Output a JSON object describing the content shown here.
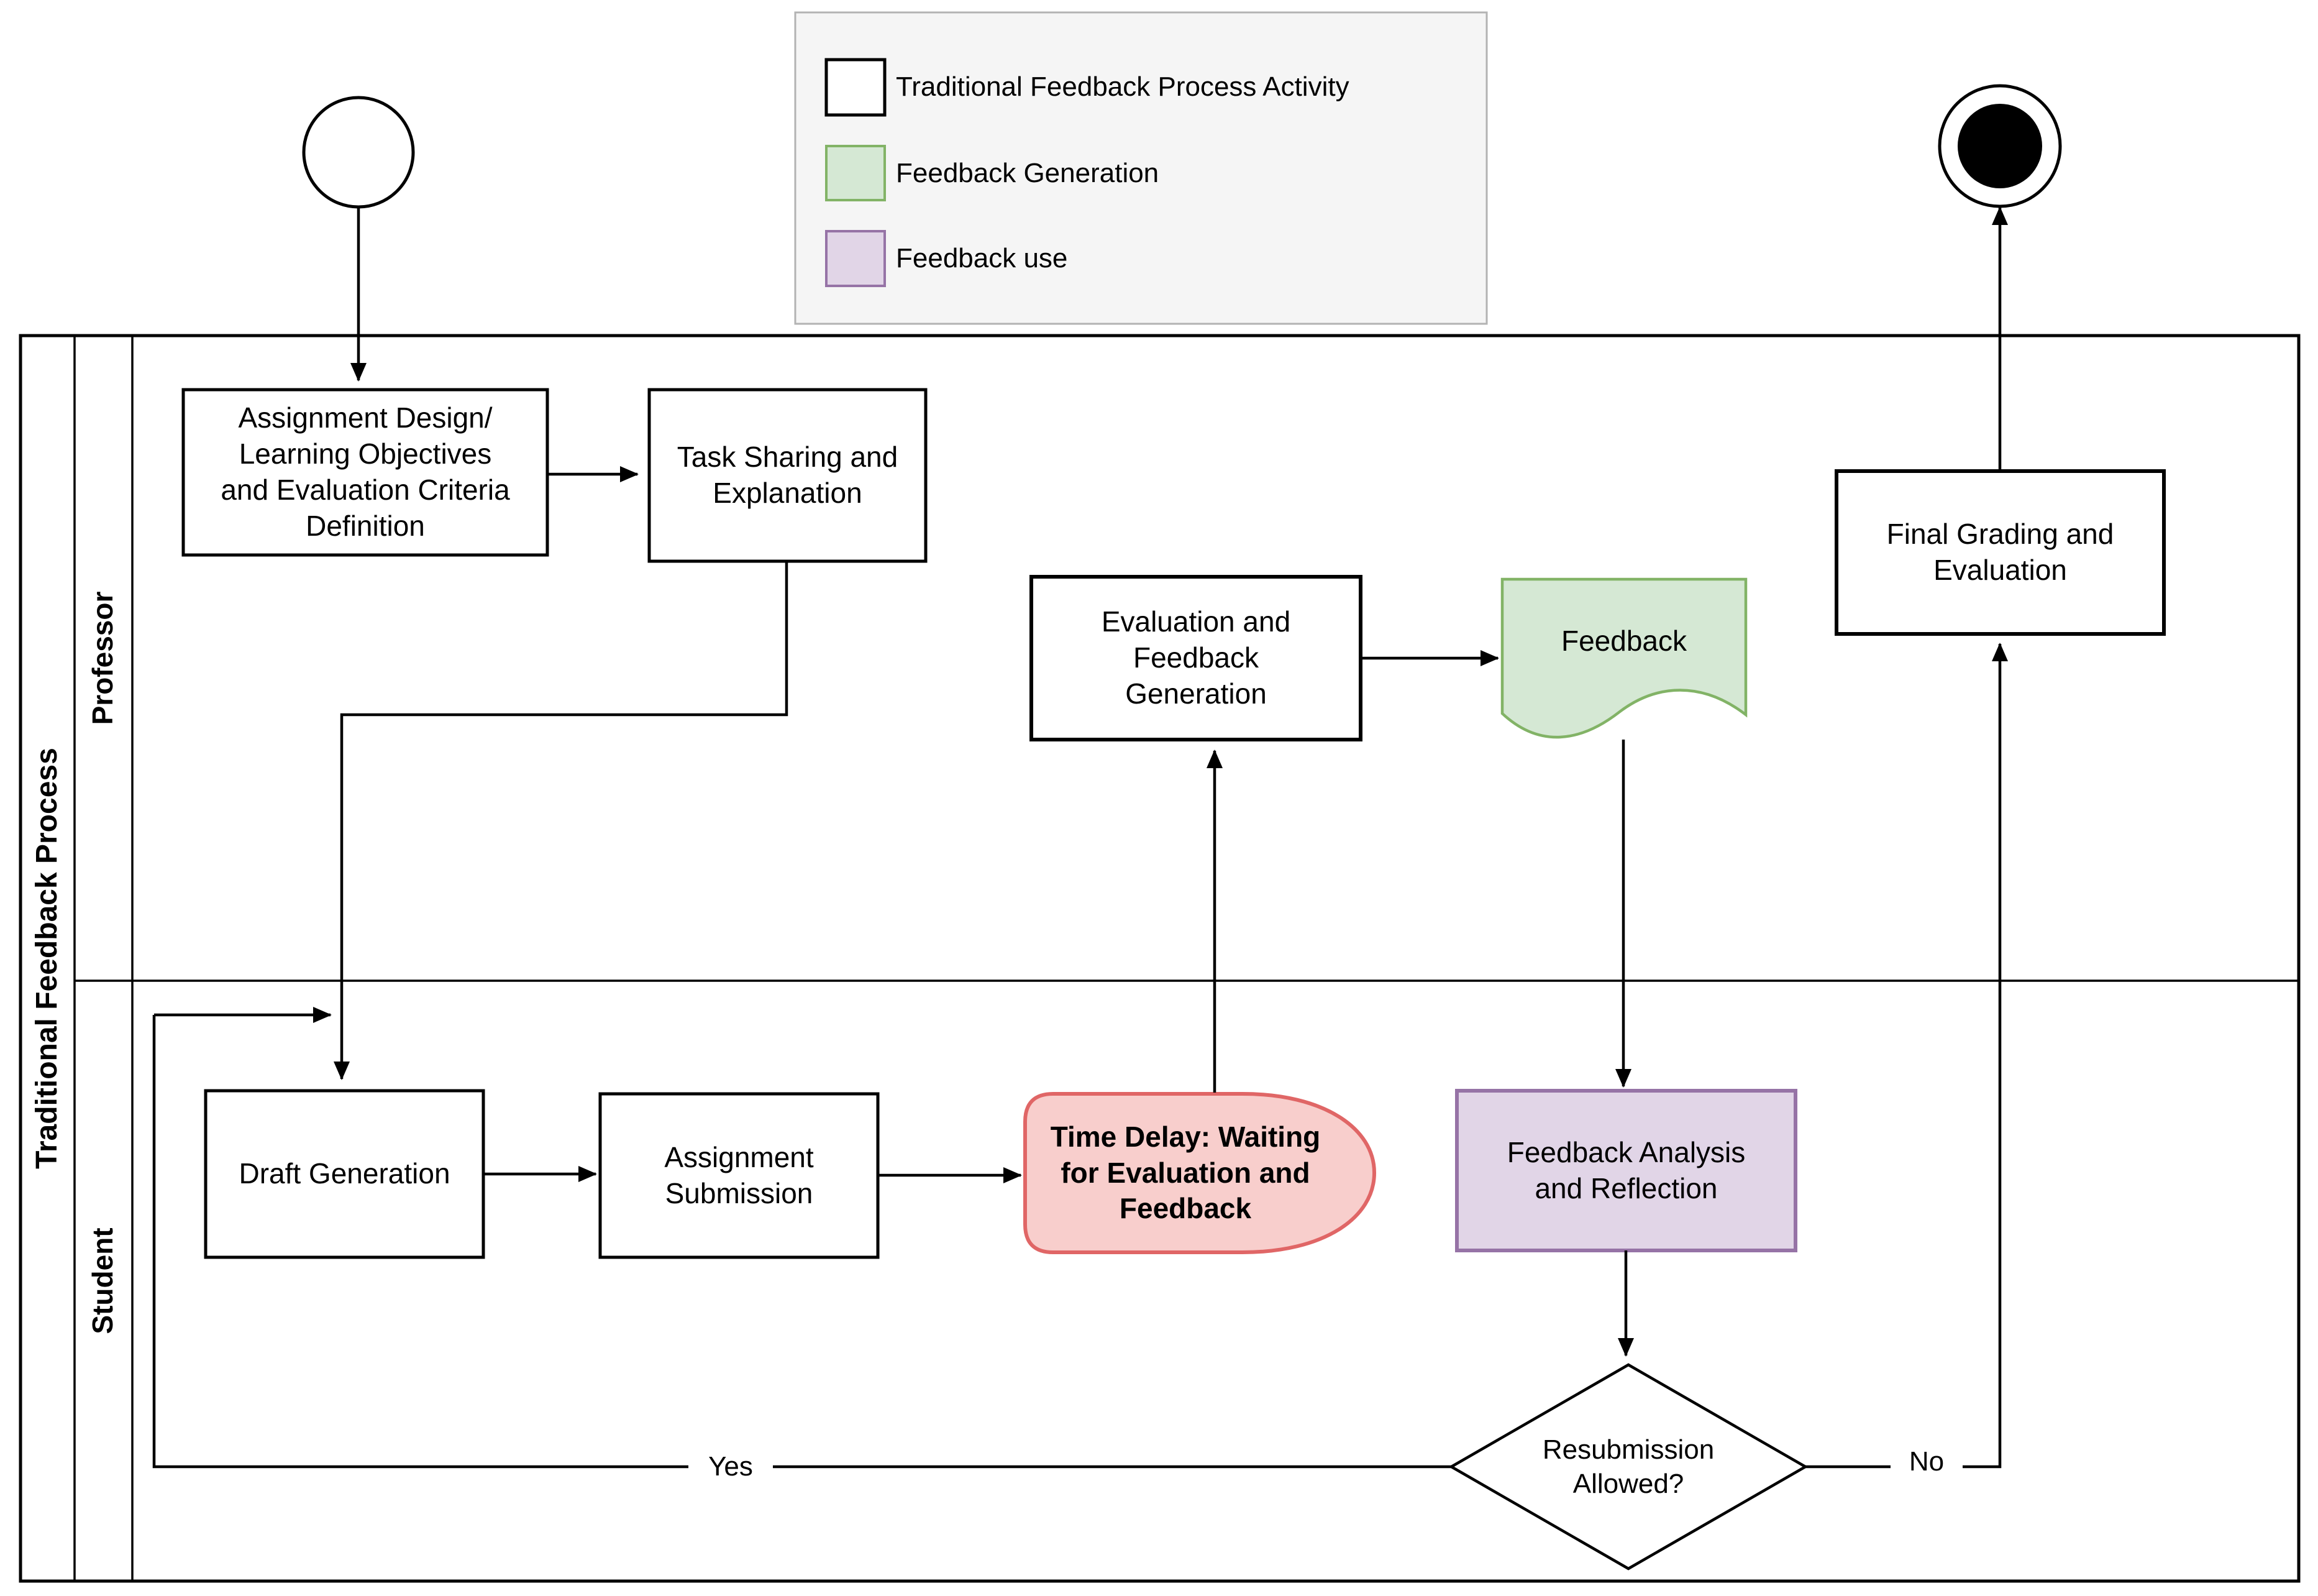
{
  "pool": {
    "label": "Traditional Feedback Process",
    "lanes": [
      {
        "label": "Professor"
      },
      {
        "label": "Student"
      }
    ]
  },
  "legend": {
    "items": [
      {
        "label": "Traditional Feedback Process Activity",
        "fill": "#ffffff",
        "stroke": "#000000"
      },
      {
        "label": "Feedback Generation",
        "fill": "#d5e8d4",
        "stroke": "#82b366"
      },
      {
        "label": "Feedback use",
        "fill": "#e1d5e7",
        "stroke": "#9673a6"
      }
    ]
  },
  "nodes": {
    "assignment_design": {
      "label": "Assignment Design/\nLearning Objectives\nand Evaluation Criteria\nDefinition"
    },
    "task_sharing": {
      "label": "Task Sharing and\nExplanation"
    },
    "evaluation_generation": {
      "label": "Evaluation and\nFeedback\nGeneration"
    },
    "feedback_doc": {
      "label": "Feedback"
    },
    "final_grading": {
      "label": "Final Grading and\nEvaluation"
    },
    "draft_generation": {
      "label": "Draft Generation"
    },
    "assignment_submission": {
      "label": "Assignment\nSubmission"
    },
    "time_delay": {
      "label": "Time Delay: Waiting\nfor Evaluation and\nFeedback"
    },
    "feedback_analysis": {
      "label": "Feedback Analysis\nand Reflection"
    },
    "resubmission_gateway": {
      "label": "Resubmission\nAllowed?"
    }
  },
  "edges": {
    "yes_label": "Yes",
    "no_label": "No"
  },
  "colors": {
    "activity_fill": "#ffffff",
    "activity_stroke": "#000000",
    "green_fill": "#d5e8d4",
    "green_stroke": "#82b366",
    "purple_fill": "#e1d5e7",
    "purple_stroke": "#9673a6",
    "red_fill": "#f8cecc",
    "red_stroke": "#e06666",
    "legend_bg": "#f5f5f5",
    "legend_border": "#b3b3b3",
    "line": "#000000"
  }
}
